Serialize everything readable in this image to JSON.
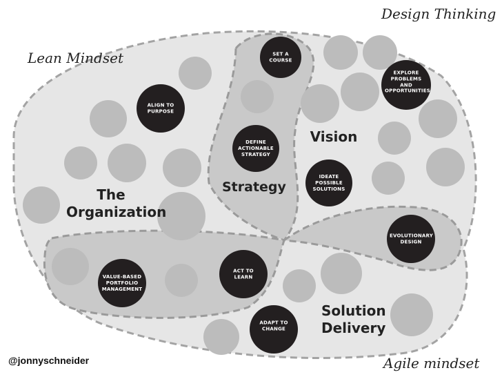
{
  "corners": {
    "design_thinking": "Design Thinking",
    "lean_mindset": "Lean Mindset",
    "agile_mindset": "Agile mindset"
  },
  "credit": "@jonnyschneider",
  "areas": {
    "organization": "The Organization",
    "strategy": "Strategy",
    "vision": "Vision",
    "solution_delivery": "Solution Delivery"
  },
  "activities": [
    {
      "id": "set-a-course",
      "label": "SET A COURSE"
    },
    {
      "id": "align-to-purpose",
      "label": "ALIGN TO PURPOSE"
    },
    {
      "id": "explore-problems",
      "label": "EXPLORE PROBLEMS AND OPPORTUNITIES"
    },
    {
      "id": "define-strategy",
      "label": "DEFINE ACTIONABLE STRATEGY"
    },
    {
      "id": "ideate-solutions",
      "label": "IDEATE POSSIBLE SOLUTIONS"
    },
    {
      "id": "evolutionary-design",
      "label": "EVOLUTIONARY DESIGN"
    },
    {
      "id": "value-portfolio",
      "label": "VALUE-BASED PORTFOLIO MANAGEMENT"
    },
    {
      "id": "act-to-learn",
      "label": "ACT TO LEARN"
    },
    {
      "id": "adapt-to-change",
      "label": "ADAPT TO CHANGE"
    }
  ],
  "colors": {
    "outer_fill": "#e6e6e6",
    "region_fill": "#c9c9c9",
    "dash": "#9a9a9a",
    "grey_bubble": "#bcbcbc",
    "dark_bubble": "#231f20"
  }
}
